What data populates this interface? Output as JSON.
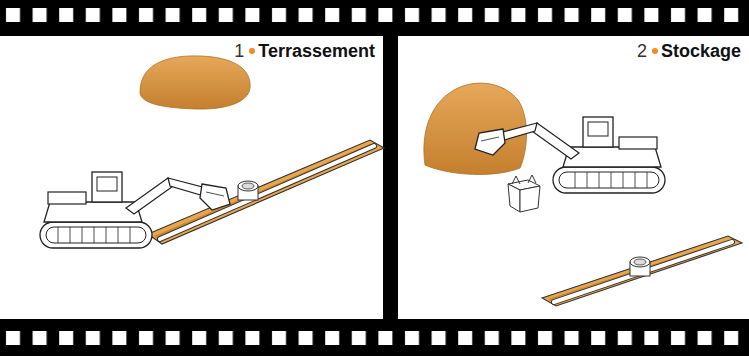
{
  "diagram": {
    "nodes": [
      {
        "text": [
          "1",
          "Terrassement"
        ]
      },
      {
        "text": [
          "2",
          "Stockage"
        ]
      }
    ]
  }
}
